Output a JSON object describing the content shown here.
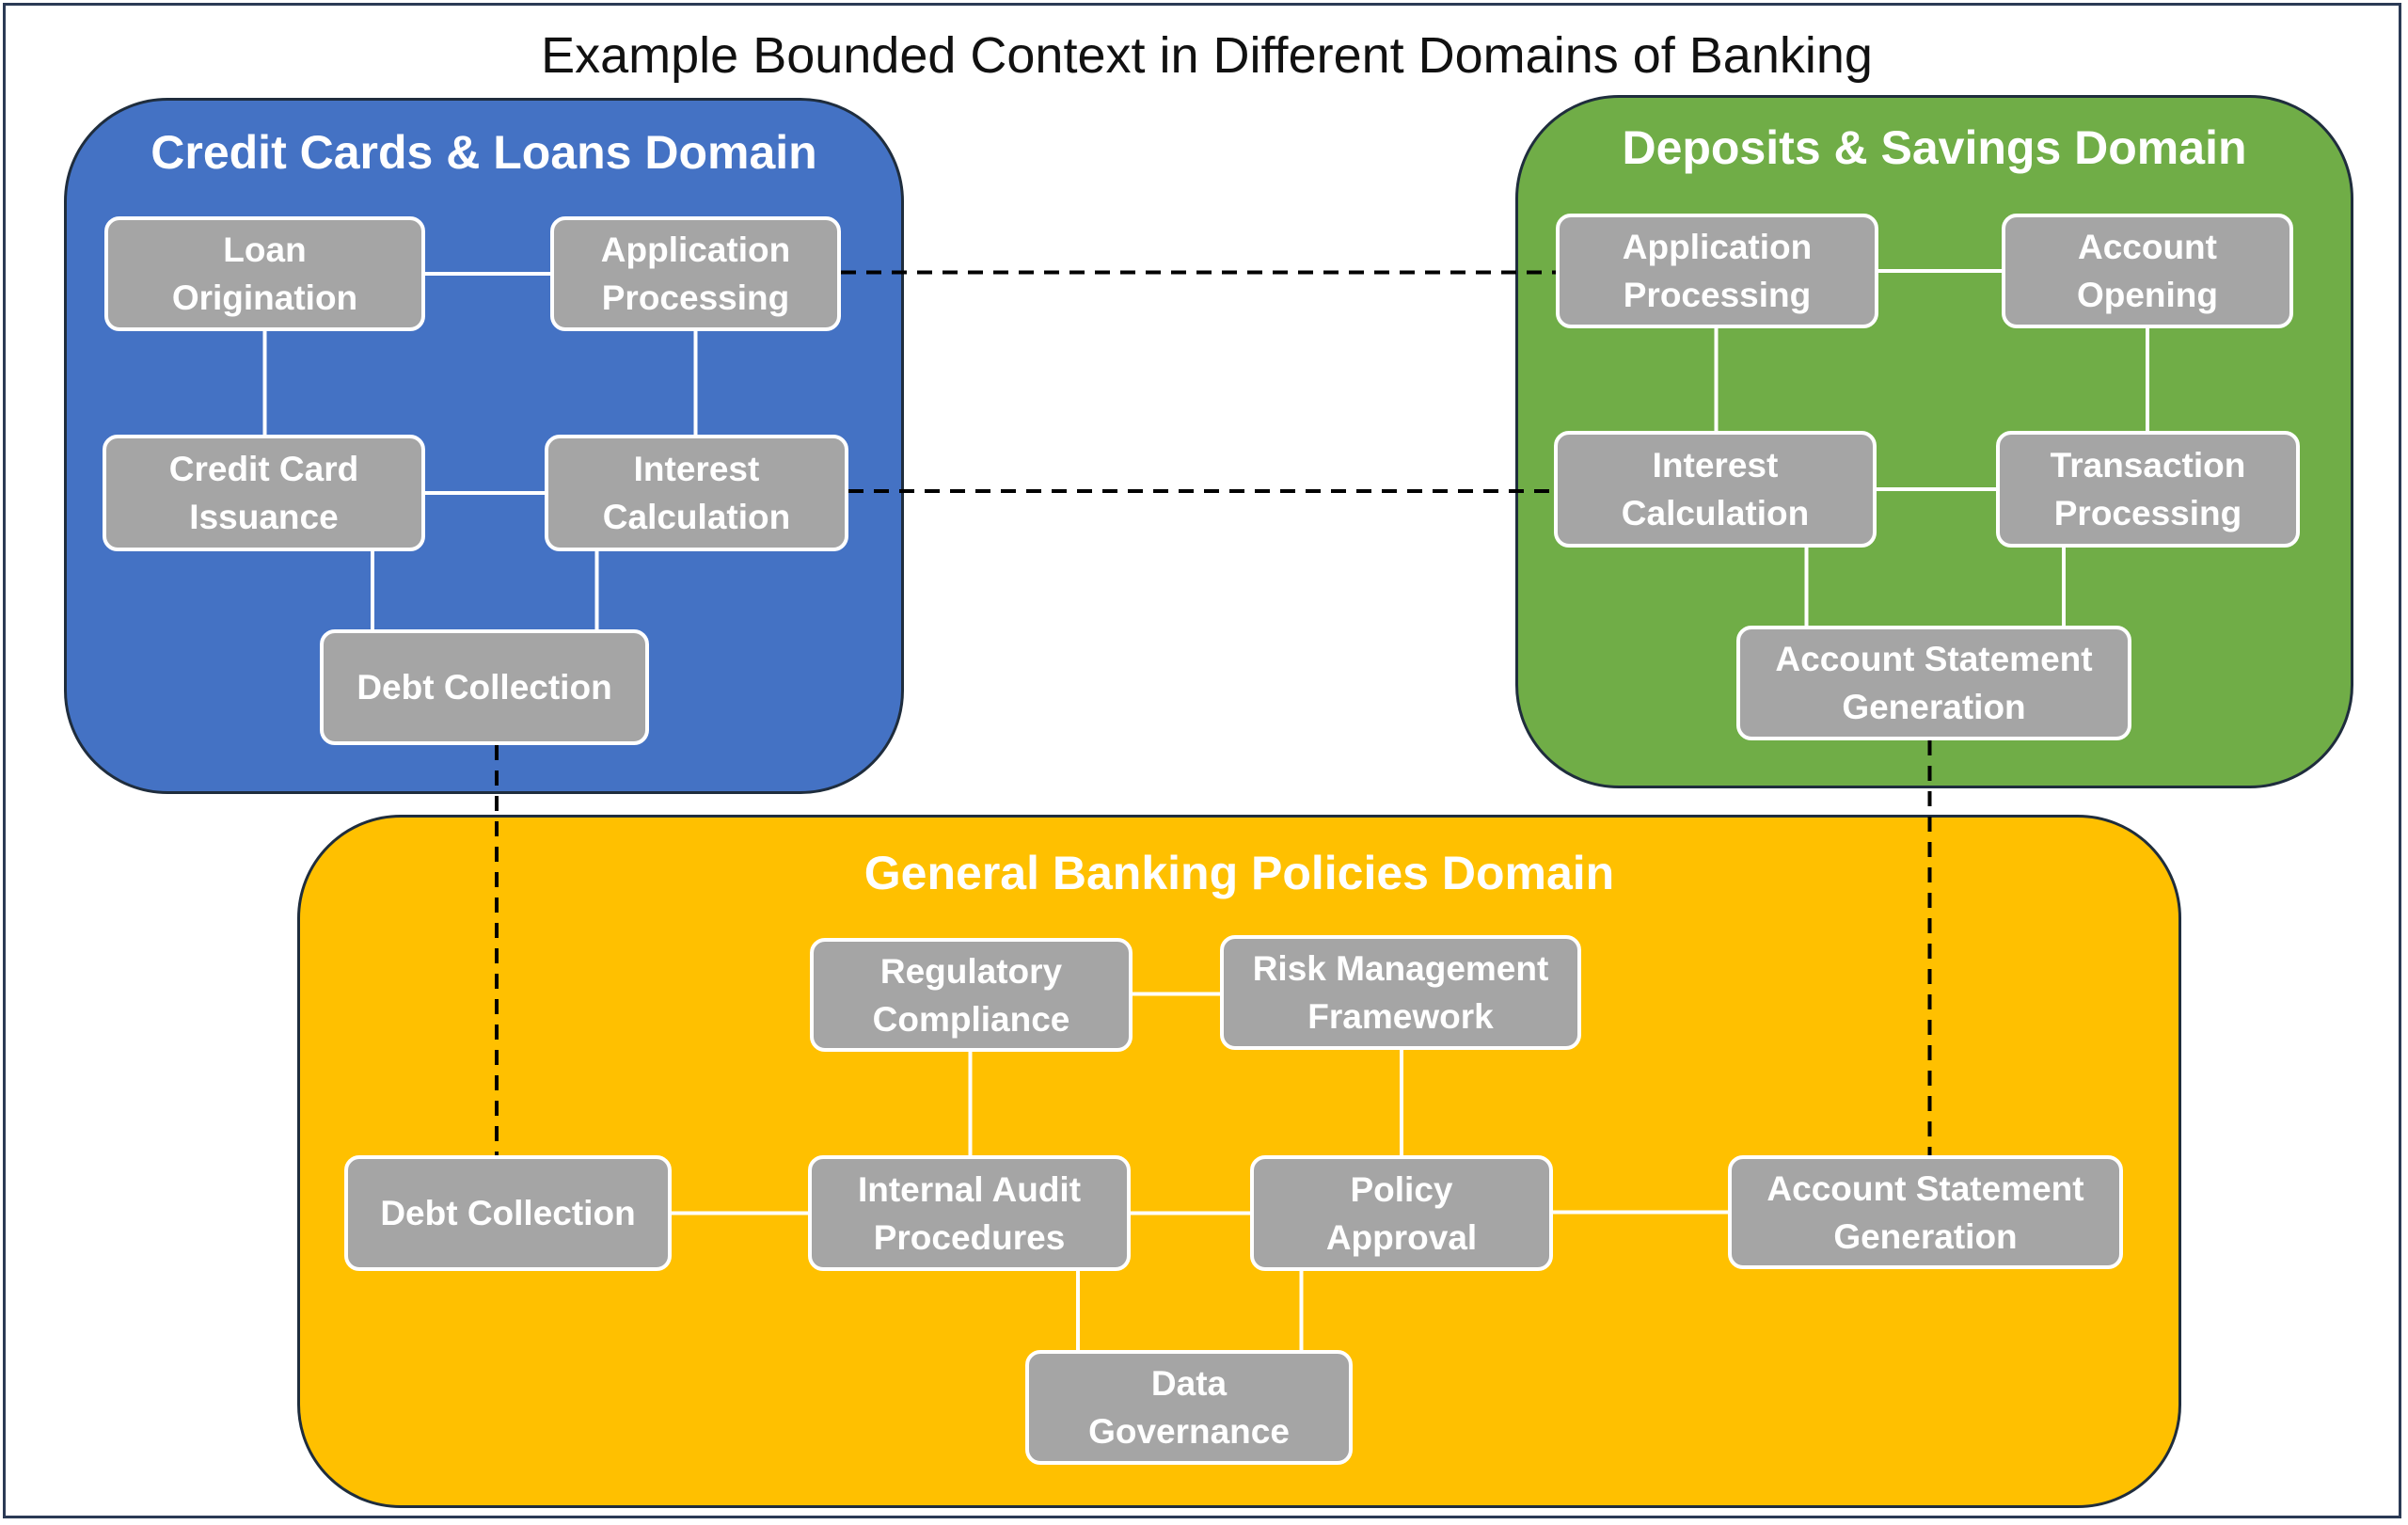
{
  "title": "Example Bounded Context in Different Domains of Banking",
  "colors": {
    "credit_domain": "#4472c4",
    "deposits_domain": "#70ad47",
    "general_domain": "#ffc000",
    "node": "#a5a5a5",
    "node_border": "#ffffff",
    "solid_link": "#ffffff",
    "dashed_link": "#000000"
  },
  "domains": {
    "credit": {
      "title": "Credit Cards & Loans Domain"
    },
    "deposits": {
      "title": "Deposits & Savings Domain"
    },
    "general": {
      "title": "General Banking Policies Domain"
    }
  },
  "nodes": {
    "cc_loan": "Loan\nOrigination",
    "cc_app": "Application\nProcessing",
    "cc_card": "Credit Card\nIssuance",
    "cc_interest": "Interest\nCalculation",
    "cc_debt": "Debt Collection",
    "ds_app": "Application\nProcessing",
    "ds_open": "Account\nOpening",
    "ds_interest": "Interest\nCalculation",
    "ds_trans": "Transaction\nProcessing",
    "ds_stmt": "Account Statement\nGeneration",
    "gb_reg": "Regulatory\nCompliance",
    "gb_risk": "Risk Management\nFramework",
    "gb_debt": "Debt Collection",
    "gb_audit": "Internal Audit\nProcedures",
    "gb_policy": "Policy\nApproval",
    "gb_stmt": "Account Statement\nGeneration",
    "gb_data": "Data\nGovernance"
  },
  "links": {
    "solid": [
      [
        "cc_loan",
        "cc_app"
      ],
      [
        "cc_loan",
        "cc_card"
      ],
      [
        "cc_app",
        "cc_interest"
      ],
      [
        "cc_card",
        "cc_interest"
      ],
      [
        "cc_card",
        "cc_debt"
      ],
      [
        "cc_interest",
        "cc_debt"
      ],
      [
        "ds_app",
        "ds_open"
      ],
      [
        "ds_app",
        "ds_interest"
      ],
      [
        "ds_open",
        "ds_trans"
      ],
      [
        "ds_interest",
        "ds_trans"
      ],
      [
        "ds_interest",
        "ds_stmt"
      ],
      [
        "ds_trans",
        "ds_stmt"
      ],
      [
        "gb_reg",
        "gb_risk"
      ],
      [
        "gb_reg",
        "gb_audit"
      ],
      [
        "gb_risk",
        "gb_policy"
      ],
      [
        "gb_debt",
        "gb_audit"
      ],
      [
        "gb_audit",
        "gb_policy"
      ],
      [
        "gb_policy",
        "gb_stmt"
      ],
      [
        "gb_audit",
        "gb_data"
      ],
      [
        "gb_policy",
        "gb_data"
      ]
    ],
    "dashed": [
      [
        "cc_app",
        "ds_app"
      ],
      [
        "cc_interest",
        "ds_interest"
      ],
      [
        "cc_debt",
        "gb_debt"
      ],
      [
        "ds_stmt",
        "gb_stmt"
      ]
    ]
  }
}
